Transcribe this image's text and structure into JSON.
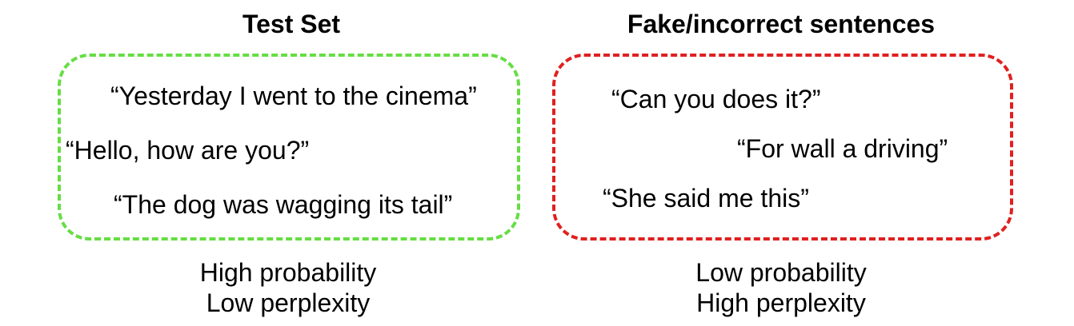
{
  "panels": [
    {
      "title": "Test Set",
      "border_color": "#66dd44",
      "sentences": [
        "“Yesterday I went to the cinema”",
        "“Hello, how are you?”",
        "“The dog was wagging its tail”"
      ],
      "caption": [
        "High probability",
        "Low perplexity"
      ]
    },
    {
      "title": "Fake/incorrect sentences",
      "border_color": "#e02020",
      "sentences": [
        "“Can you does it?”",
        "“For wall a driving”",
        "“She said me this”"
      ],
      "caption": [
        "Low probability",
        "High perplexity"
      ]
    }
  ]
}
